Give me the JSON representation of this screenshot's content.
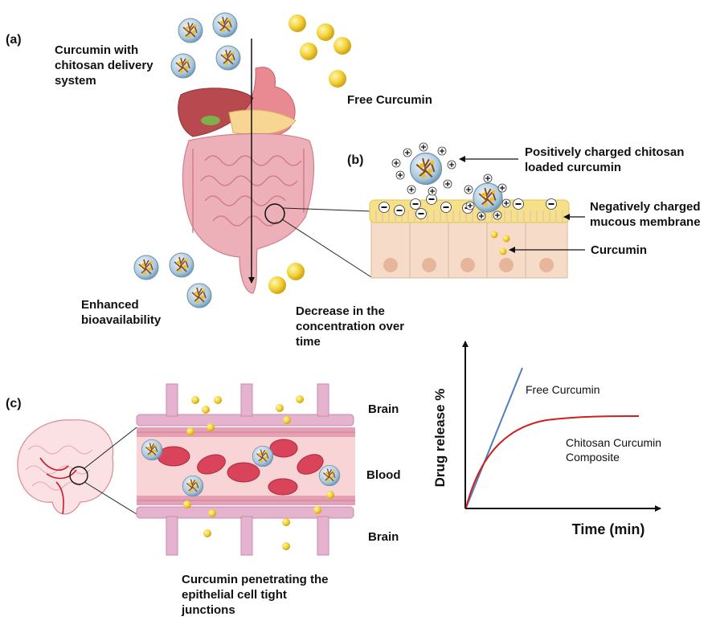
{
  "panels": {
    "a": "(a)",
    "b": "(b)",
    "c": "(c)"
  },
  "labels": {
    "curcumin_chitosan": "Curcumin with\nchitosan delivery\nsystem",
    "free_curcumin_top": "Free Curcumin",
    "positively_charged": "Positively charged chitosan\nloaded curcumin",
    "negatively_charged": "Negatively charged\nmucous membrane",
    "curcumin": "Curcumin",
    "enhanced_bio": "Enhanced\nbioavailability",
    "decrease_conc": "Decrease in the\nconcentration over\ntime",
    "brain_top": "Brain",
    "blood": "Blood",
    "brain_bottom": "Brain",
    "penetrating": "Curcumin penetrating the\nepithelial cell tight\njunctions"
  },
  "chart_data": {
    "type": "line",
    "xlabel": "Time (min)",
    "ylabel": "Drug release %",
    "series": [
      {
        "name": "Free Curcumin",
        "color": "#4f7fc0"
      },
      {
        "name": "Chitosan Curcumin\nComposite",
        "color": "#d01e1e"
      }
    ]
  },
  "colors": {
    "curcumin_yellow": "#f2d23a",
    "intestine_pink": "#eeb0b8",
    "mucus_yellow": "#f7e08a",
    "cell_peach": "#f6dcc8",
    "vessel_pink": "#e8a2b9",
    "blood_cell": "#d9445a"
  }
}
